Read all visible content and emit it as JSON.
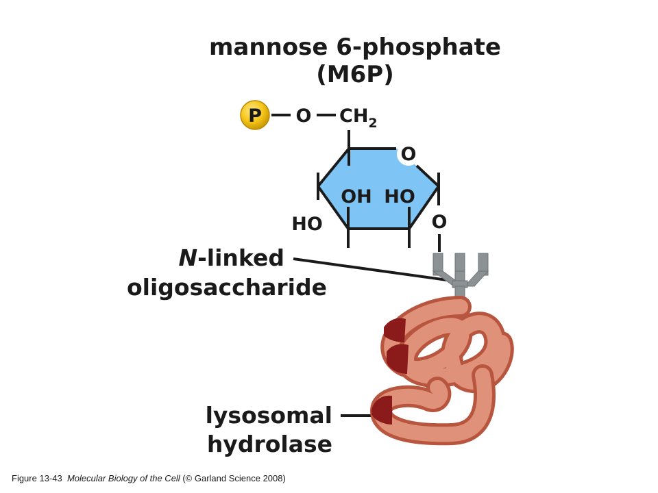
{
  "title": {
    "line1": "mannose 6-phosphate",
    "line2": "(M6P)"
  },
  "molecule": {
    "phosphate_label": "P",
    "linker_oxygen": "O",
    "ch2_main": "CH",
    "ch2_sub": "2",
    "ring_oxygen": "O",
    "oh_label": "OH",
    "ho_label": "HO",
    "ho_left_label": "HO",
    "glycosidic_oxygen": "O"
  },
  "labels": {
    "n_linked_italic": "N",
    "n_linked_rest": "-linked",
    "oligosaccharide": "oligosaccharide",
    "lysosomal": "lysosomal",
    "hydrolase": "hydrolase"
  },
  "caption": {
    "figure": "Figure 13-43",
    "book": "Molecular Biology of the Cell",
    "copyright": "(© Garland Science 2008)"
  },
  "colors": {
    "ring_fill": "#7ec4f5",
    "phosphate_fill": "#f2c21a",
    "protein_fill": "#d9826a",
    "protein_dark": "#8b1a1a",
    "glycan_gray": "#8c9294",
    "ink": "#1a1a1a"
  }
}
